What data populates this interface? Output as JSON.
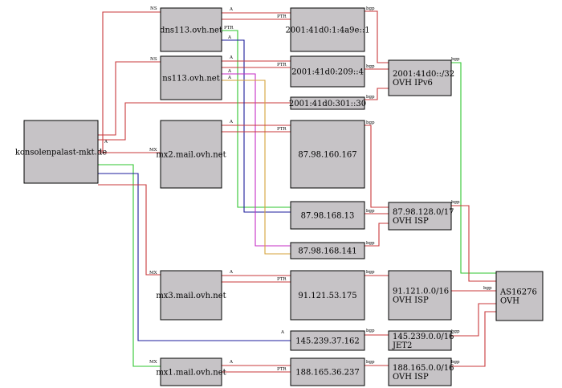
{
  "colors": {
    "red": "#c8383b",
    "green": "#2dc52d",
    "blue": "#1c1c9c",
    "magenta": "#c52dc5",
    "orange": "#d6a23a",
    "node_fill": "#c6c3c6"
  },
  "nodes": [
    {
      "id": "konsolenpalast",
      "lines": [
        "konsolenpalast-mkt.de"
      ]
    },
    {
      "id": "dns113",
      "lines": [
        "dns113.ovh.net"
      ]
    },
    {
      "id": "ns113",
      "lines": [
        "ns113.ovh.net"
      ]
    },
    {
      "id": "mx2",
      "lines": [
        "mx2.mail.ovh.net"
      ]
    },
    {
      "id": "mx3",
      "lines": [
        "mx3.mail.ovh.net"
      ]
    },
    {
      "id": "mx1",
      "lines": [
        "mx1.mail.ovh.net"
      ]
    },
    {
      "id": "ip6_dns",
      "lines": [
        "2001:41d0:1:4a9e::1"
      ]
    },
    {
      "id": "ip6_ns",
      "lines": [
        "2001:41d0:209::4"
      ]
    },
    {
      "id": "ip6_dom",
      "lines": [
        "2001:41d0:301::30"
      ]
    },
    {
      "id": "ip_mx2",
      "lines": [
        "87.98.160.167"
      ]
    },
    {
      "id": "ip_168_13",
      "lines": [
        "87.98.168.13"
      ]
    },
    {
      "id": "ip_168_141",
      "lines": [
        "87.98.168.141"
      ]
    },
    {
      "id": "ip_mx3",
      "lines": [
        "91.121.53.175"
      ]
    },
    {
      "id": "ip_145",
      "lines": [
        "145.239.37.162"
      ]
    },
    {
      "id": "ip_mx1",
      "lines": [
        "188.165.36.237"
      ]
    },
    {
      "id": "net_ipv6",
      "lines": [
        "2001:41d0::/32",
        "OVH IPv6"
      ]
    },
    {
      "id": "net_87",
      "lines": [
        "87.98.128.0/17",
        "OVH ISP"
      ]
    },
    {
      "id": "net_91",
      "lines": [
        "91.121.0.0/16",
        "OVH ISP"
      ]
    },
    {
      "id": "net_145",
      "lines": [
        "145.239.0.0/16",
        "JET2"
      ]
    },
    {
      "id": "net_188",
      "lines": [
        "188.165.0.0/16",
        "OVH ISP"
      ]
    },
    {
      "id": "as16276",
      "lines": [
        "AS16276",
        "OVH"
      ]
    }
  ],
  "edges": [
    {
      "from": "konsolenpalast",
      "to": "dns113",
      "color": "red",
      "label": "NS"
    },
    {
      "from": "konsolenpalast",
      "to": "ns113",
      "color": "red",
      "label": "NS"
    },
    {
      "from": "konsolenpalast",
      "to": "ip6_dom",
      "color": "red",
      "label": "A"
    },
    {
      "from": "konsolenpalast",
      "to": "mx2",
      "color": "red",
      "label": "MX"
    },
    {
      "from": "konsolenpalast",
      "to": "mx1",
      "color": "green",
      "label": "MX"
    },
    {
      "from": "konsolenpalast",
      "to": "ip_145",
      "color": "blue",
      "label": "A"
    },
    {
      "from": "konsolenpalast",
      "to": "mx3",
      "color": "red",
      "label": "MX"
    },
    {
      "from": "dns113",
      "to": "ip6_dns",
      "color": "red",
      "label": "A"
    },
    {
      "from": "ip6_dns",
      "to": "dns113",
      "color": "red",
      "label": "PTR"
    },
    {
      "from": "dns113",
      "to": "ip_168_13",
      "color": "green",
      "label": "PTR"
    },
    {
      "from": "dns113",
      "to": "ip_168_13",
      "color": "blue",
      "label": "A"
    },
    {
      "from": "ns113",
      "to": "ip6_ns",
      "color": "red",
      "label": "A"
    },
    {
      "from": "ip6_ns",
      "to": "ns113",
      "color": "red",
      "label": "PTR"
    },
    {
      "from": "ns113",
      "to": "ip_168_141",
      "color": "magenta",
      "label": "A"
    },
    {
      "from": "ns113",
      "to": "ip_168_141",
      "color": "orange",
      "label": "A"
    },
    {
      "from": "mx2",
      "to": "ip_mx2",
      "color": "red",
      "label": "A"
    },
    {
      "from": "ip_mx2",
      "to": "mx2",
      "color": "red",
      "label": "PTR"
    },
    {
      "from": "mx3",
      "to": "ip_mx3",
      "color": "red",
      "label": "A"
    },
    {
      "from": "ip_mx3",
      "to": "mx3",
      "color": "red",
      "label": "PTR"
    },
    {
      "from": "mx1",
      "to": "ip_mx1",
      "color": "red",
      "label": "A"
    },
    {
      "from": "ip_mx1",
      "to": "mx1",
      "color": "red",
      "label": "PTR"
    },
    {
      "from": "ip6_dns",
      "to": "net_ipv6",
      "color": "red",
      "label": "bgp"
    },
    {
      "from": "ip6_ns",
      "to": "net_ipv6",
      "color": "red",
      "label": "bgp"
    },
    {
      "from": "ip6_dom",
      "to": "net_ipv6",
      "color": "red",
      "label": "bgp"
    },
    {
      "from": "ip_mx2",
      "to": "net_87",
      "color": "red",
      "label": "bgp"
    },
    {
      "from": "ip_168_13",
      "to": "net_87",
      "color": "red",
      "label": "bgp"
    },
    {
      "from": "ip_168_141",
      "to": "net_87",
      "color": "red",
      "label": "bgp"
    },
    {
      "from": "ip_mx3",
      "to": "net_91",
      "color": "red",
      "label": "bgp"
    },
    {
      "from": "ip_145",
      "to": "net_145",
      "color": "red",
      "label": "bgp"
    },
    {
      "from": "ip_mx1",
      "to": "net_188",
      "color": "red",
      "label": "bgp"
    },
    {
      "from": "net_ipv6",
      "to": "as16276",
      "color": "green",
      "label": "bgp"
    },
    {
      "from": "net_87",
      "to": "as16276",
      "color": "red",
      "label": "bgp"
    },
    {
      "from": "net_91",
      "to": "as16276",
      "color": "red",
      "label": "bgp"
    },
    {
      "from": "net_145",
      "to": "as16276",
      "color": "red",
      "label": "bgp"
    },
    {
      "from": "net_188",
      "to": "as16276",
      "color": "red",
      "label": "bgp"
    }
  ]
}
